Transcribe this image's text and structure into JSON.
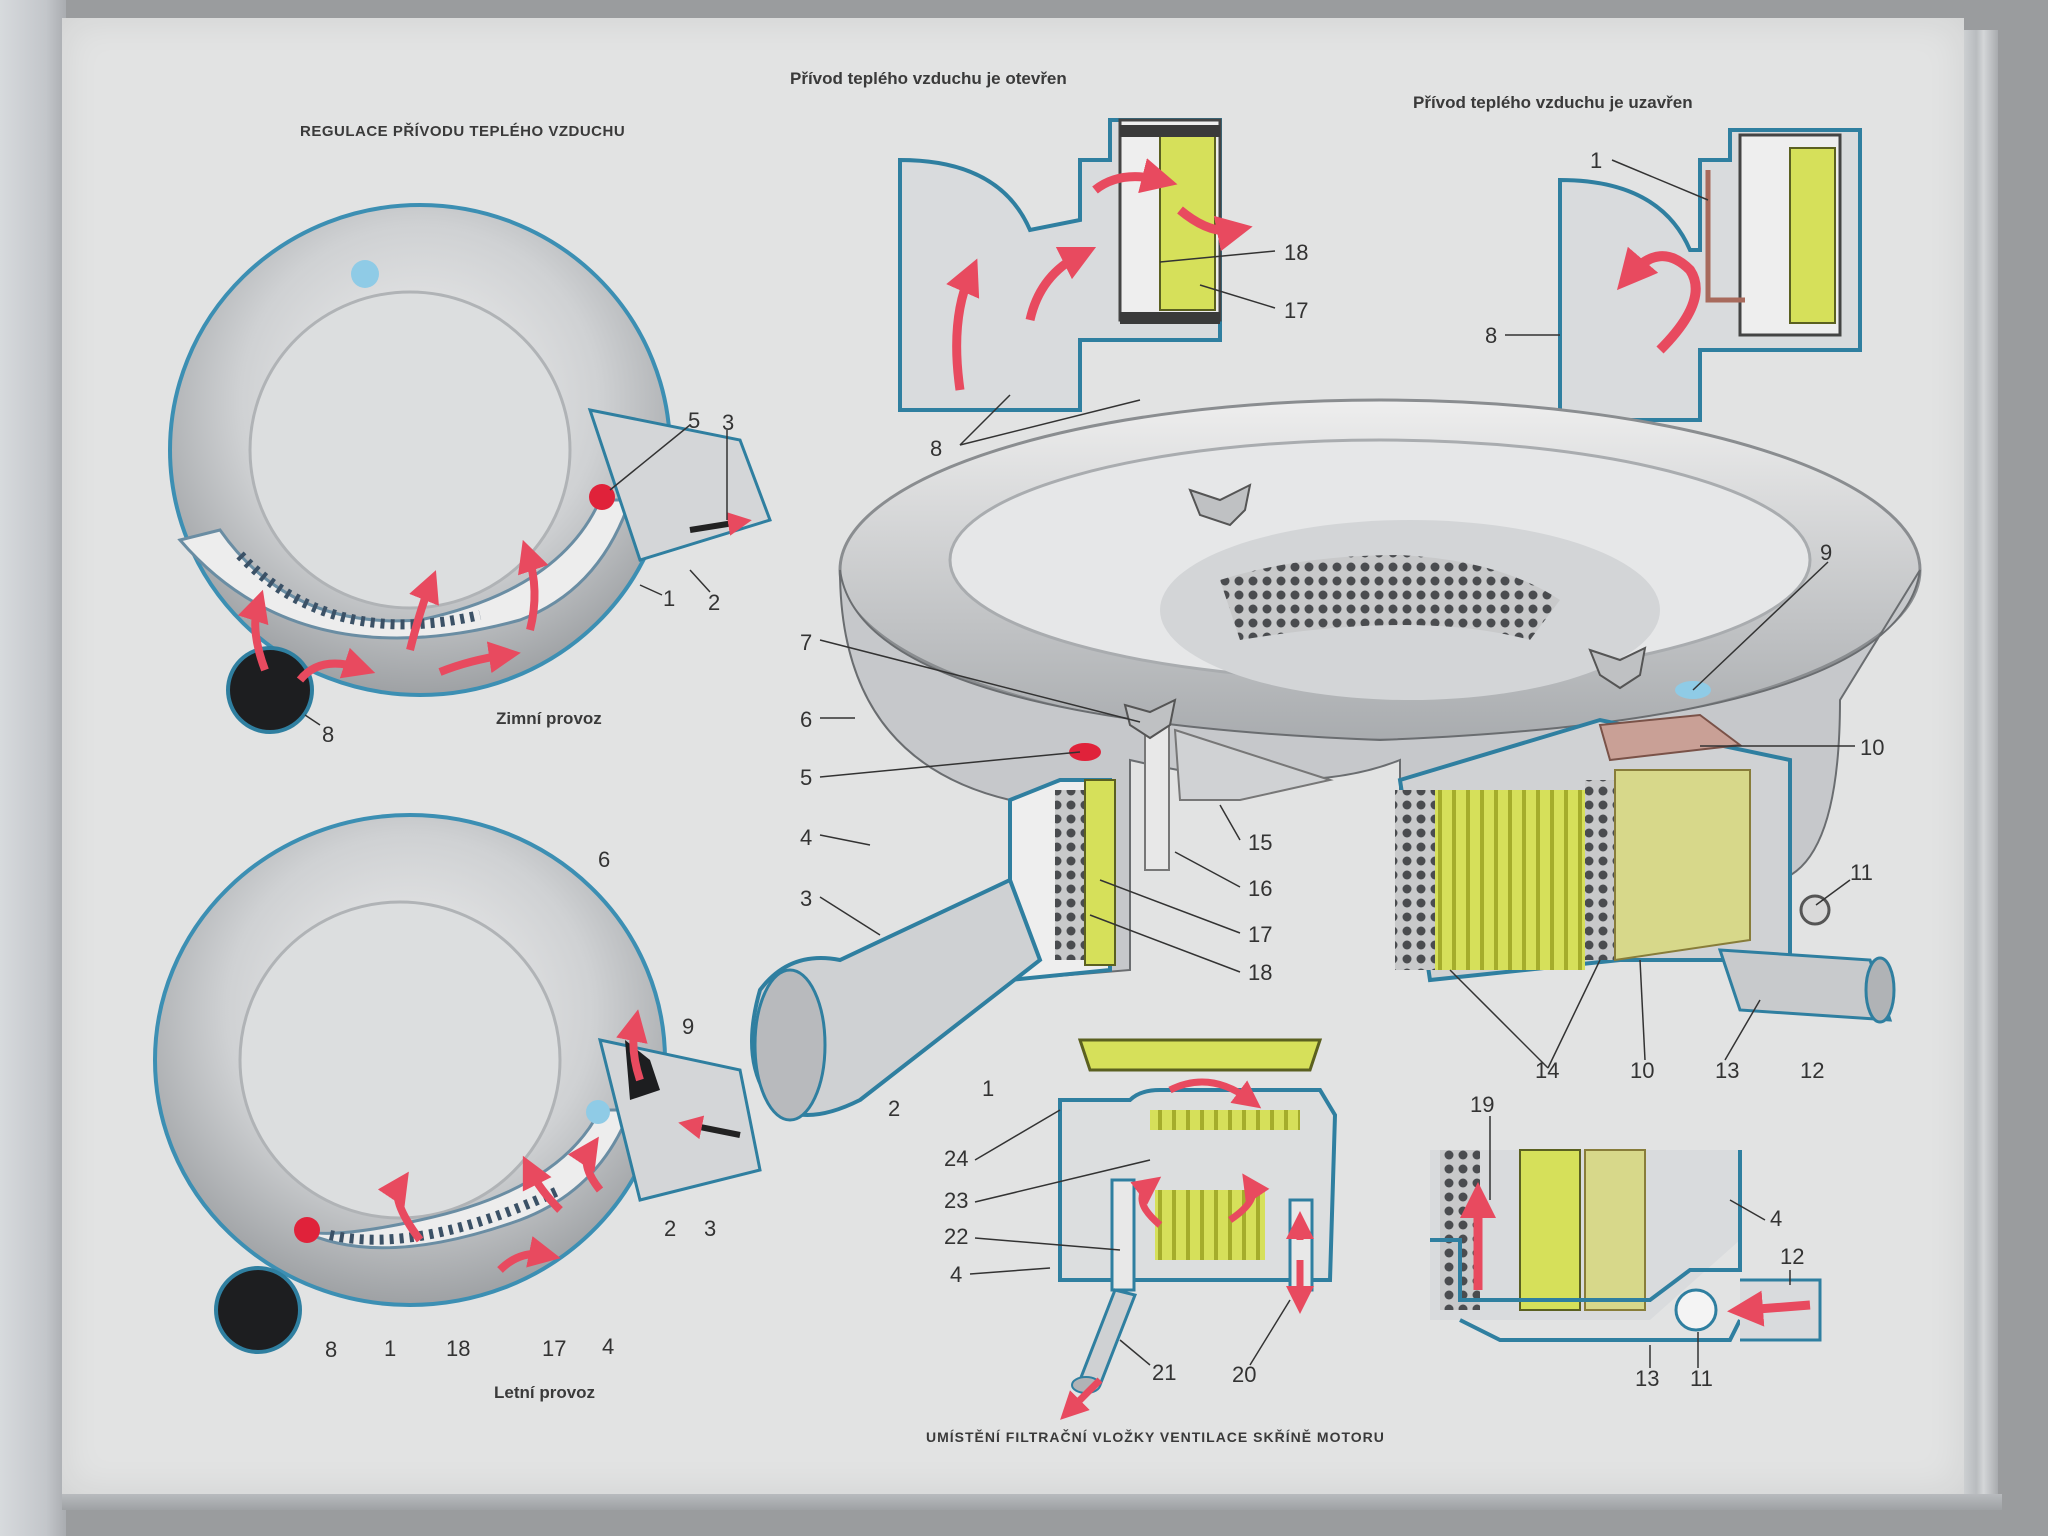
{
  "captions": {
    "regulation_title": "REGULACE PŘÍVODU TEPLÉHO VZDUCHU",
    "winter": "Zimní provoz",
    "summer": "Letní provoz",
    "warm_open": "Přívod teplého vzduchu je otevřen",
    "warm_closed": "Přívod teplého vzduchu je uzavřen",
    "bottom": "UMÍSTĚNÍ FILTRAČNÍ VLOŽKY VENTILACE SKŘÍNĚ MOTORU"
  },
  "callouts": {
    "winter": [
      "5",
      "3",
      "1",
      "2",
      "8"
    ],
    "summer": [
      "6",
      "9",
      "2",
      "3",
      "8",
      "1",
      "18",
      "17",
      "4"
    ],
    "open": [
      "18",
      "17",
      "8"
    ],
    "closed": [
      "1",
      "8"
    ],
    "main": [
      "7",
      "6",
      "5",
      "4",
      "3",
      "2",
      "1",
      "15",
      "16",
      "17",
      "18",
      "9",
      "10",
      "11",
      "14",
      "10",
      "13",
      "12"
    ],
    "vent": [
      "24",
      "23",
      "22",
      "4",
      "21",
      "20"
    ],
    "detail": [
      "19",
      "4",
      "12",
      "13",
      "11"
    ]
  },
  "colors": {
    "paper": "#e2e3e3",
    "arrow": "#e84a5f",
    "filter_green": "#d6e05a",
    "outline": "#2f7fa0",
    "metal": "#c9cbcd"
  }
}
